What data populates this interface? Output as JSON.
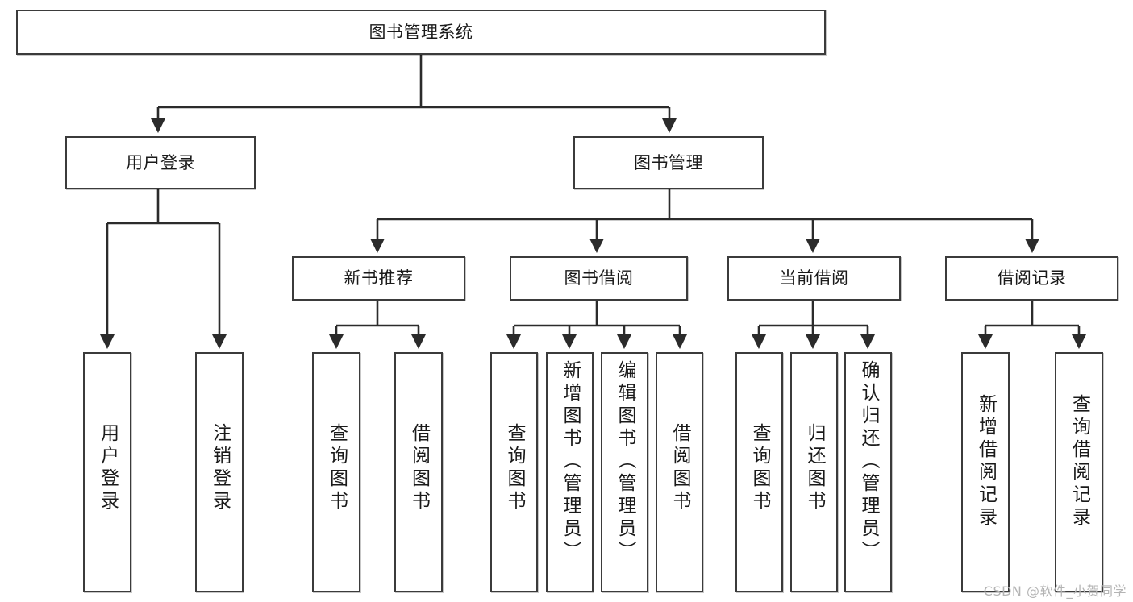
{
  "diagram": {
    "title": "图书管理系统",
    "watermark": "CSDN @软件_小贺同学",
    "colors": {
      "box_border": "#3b3b3b",
      "box_fill": "#ffffff",
      "edge": "#2b2b2b",
      "text": "#1a1a1a",
      "watermark": "#b4b4b4",
      "background": "#ffffff"
    },
    "root": {
      "id": "root",
      "label": "图书管理系统",
      "orientation": "horizontal"
    },
    "level1": [
      {
        "id": "user-login",
        "label": "用户登录",
        "orientation": "horizontal"
      },
      {
        "id": "book-manage",
        "label": "图书管理",
        "orientation": "horizontal"
      }
    ],
    "level2": [
      {
        "id": "new-book-recommend",
        "label": "新书推荐",
        "orientation": "horizontal",
        "parent": "book-manage"
      },
      {
        "id": "book-borrow",
        "label": "图书借阅",
        "orientation": "horizontal",
        "parent": "book-manage"
      },
      {
        "id": "current-borrow",
        "label": "当前借阅",
        "orientation": "horizontal",
        "parent": "book-manage"
      },
      {
        "id": "borrow-record",
        "label": "借阅记录",
        "orientation": "horizontal",
        "parent": "book-manage"
      }
    ],
    "leaves": {
      "user_login": [
        {
          "id": "leaf-user-login",
          "label": "用户登录",
          "orientation": "vertical"
        },
        {
          "id": "leaf-logout-login",
          "label": "注销登录",
          "orientation": "vertical"
        }
      ],
      "new_book_recommend": [
        {
          "id": "leaf-query-book-1",
          "label": "查询图书",
          "orientation": "vertical"
        },
        {
          "id": "leaf-borrow-book-1",
          "label": "借阅图书",
          "orientation": "vertical"
        }
      ],
      "book_borrow": [
        {
          "id": "leaf-query-book-2",
          "label": "查询图书",
          "orientation": "vertical"
        },
        {
          "id": "leaf-add-book",
          "label": "新增图书（管理员）",
          "orientation": "vertical"
        },
        {
          "id": "leaf-edit-book",
          "label": "编辑图书（管理员）",
          "orientation": "vertical"
        },
        {
          "id": "leaf-borrow-book-2",
          "label": "借阅图书",
          "orientation": "vertical"
        }
      ],
      "current_borrow": [
        {
          "id": "leaf-query-book-3",
          "label": "查询图书",
          "orientation": "vertical"
        },
        {
          "id": "leaf-return-book",
          "label": "归还图书",
          "orientation": "vertical"
        },
        {
          "id": "leaf-confirm-return",
          "label": "确认归还（管理员）",
          "orientation": "vertical"
        }
      ],
      "borrow_record": [
        {
          "id": "leaf-add-record",
          "label": "新增借阅记录",
          "orientation": "vertical"
        },
        {
          "id": "leaf-query-record",
          "label": "查询借阅记录",
          "orientation": "vertical"
        }
      ]
    }
  }
}
